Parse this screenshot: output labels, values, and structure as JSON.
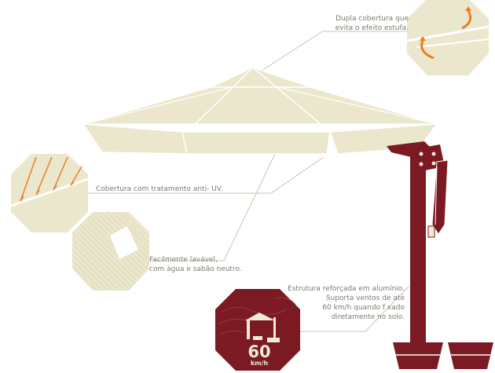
{
  "colors": {
    "canopy": "#ebe7cc",
    "canopy_edge": "#ffffff",
    "structure": "#7b1a22",
    "accent_orange": "#ea7d22",
    "callout_line": "#c9c6ae",
    "text": "#7a7a72"
  },
  "callouts": {
    "double_cover": [
      "Dupla cobertura que",
      "evita o efeito estufa."
    ],
    "uv_cover": "Cobertura com tratamento anti- UV.",
    "washable": [
      "Facilmente lavável,",
      "com àgua e sabão neutro."
    ],
    "structure": [
      "Estrutura reforçada em alumínio.",
      "Suporta ventos de até",
      "60 km/h quando f xado",
      "diretamente no solo."
    ]
  },
  "wind_badge": {
    "value": "60",
    "unit": "km/h"
  },
  "icons": [
    "double-cover-detail-icon",
    "uv-ray-detail-icon",
    "fabric-detail-icon",
    "wind-resistance-icon",
    "umbrella-icon"
  ]
}
